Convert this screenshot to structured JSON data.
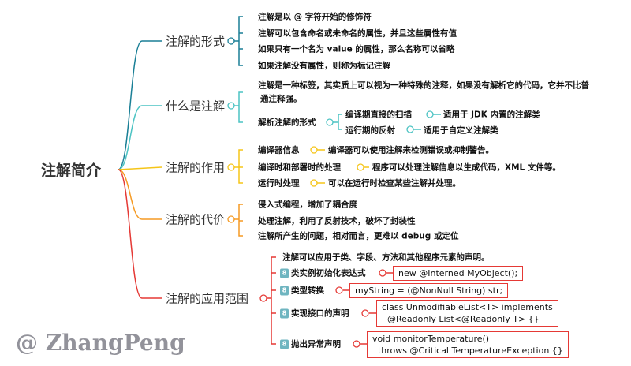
{
  "root": "注解简介",
  "colors": {
    "b1": "#1a7f96",
    "b2": "#4cc3c3",
    "b3": "#f5c518",
    "b4": "#f59a23",
    "b5": "#e53935"
  },
  "branches": [
    {
      "label": "注解的形式",
      "leaves": [
        "注解是以 @ 字符开始的修饰符",
        "注解可以包含命名或未命名的属性，并且这些属性有值",
        "如果只有一个名为 value 的属性，那么名称可以省略",
        "如果注解没有属性，则称为标记注解"
      ]
    },
    {
      "label": "什么是注解",
      "leaves": [
        "注解是一种标签，其实质上可以视为一种特殊的注释，如果没有解析它的代码，它并不比普",
        "通注释强。"
      ],
      "parse": {
        "label": "解析注解的形式",
        "items": [
          {
            "label": "编译期直接的扫描",
            "detail": "适用于 JDK 内置的注解类"
          },
          {
            "label": "运行期的反射",
            "detail": "适用于自定义注解类"
          }
        ]
      }
    },
    {
      "label": "注解的作用",
      "items": [
        {
          "label": "编译器信息",
          "detail": "编译器可以使用注解来检测错误或抑制警告。"
        },
        {
          "label": "编译时和部署时的处理",
          "detail": "程序可以处理注解信息以生成代码，XML 文件等。"
        },
        {
          "label": "运行时处理",
          "detail": "可以在运行时检查某些注解并处理。"
        }
      ]
    },
    {
      "label": "注解的代价",
      "leaves": [
        "侵入式编程，增加了耦合度",
        "处理注解，利用了反射技术，破坏了封装性",
        "注解所产生的问题，相对而言，更难以 debug 或定位"
      ]
    },
    {
      "label": "注解的应用范围",
      "intro": "注解可以应用于类、字段、方法和其他程序元素的声明。",
      "items": [
        {
          "badge": "8",
          "label": "类实例初始化表达式",
          "code": [
            "new @Interned MyObject();"
          ]
        },
        {
          "badge": "8",
          "label": "类型转换",
          "code": [
            "myString = (@NonNull String) str;"
          ]
        },
        {
          "badge": "8",
          "label": "实现接口的声明",
          "code": [
            "class UnmodifiableList<T> implements",
            "  @Readonly List<@Readonly T> {}"
          ]
        },
        {
          "badge": "8",
          "label": "抛出异常声明",
          "code": [
            "void monitorTemperature()",
            "  throws @Critical TemperatureException {}"
          ]
        }
      ]
    }
  ],
  "watermark": "@ ZhangPeng"
}
